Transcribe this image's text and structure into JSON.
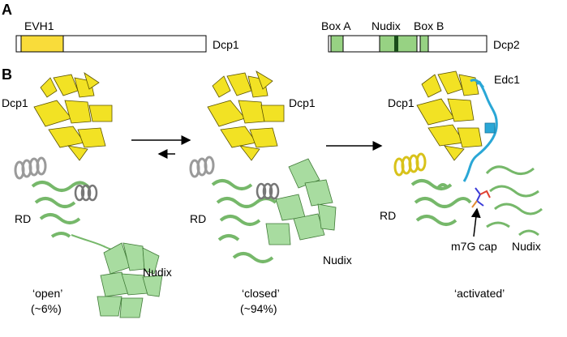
{
  "panel_a": {
    "label": "A",
    "dcp1": {
      "name": "Dcp1",
      "domain_label": "EVH1",
      "colors": {
        "evh1": "#f9dc3a",
        "body": "#ffffff"
      }
    },
    "dcp2": {
      "name": "Dcp2",
      "labels": [
        "Box A",
        "Nudix",
        "Box B"
      ],
      "colors": {
        "domain": "#97d283",
        "dark_bar": "#1a4d1a",
        "body": "#ffffff"
      }
    }
  },
  "panel_b": {
    "label": "B",
    "states": [
      {
        "quote": "‘open’",
        "percent": "(~6%)",
        "dcp1": "Dcp1",
        "rd": "RD",
        "nudix": "Nudix"
      },
      {
        "quote": "‘closed’",
        "percent": "(~94%)",
        "dcp1": "Dcp1",
        "rd": "RD",
        "nudix": "Nudix"
      },
      {
        "quote": "‘activated’",
        "dcp1": "Dcp1",
        "rd": "RD",
        "nudix": "Nudix",
        "edc1": "Edc1",
        "cap": "m7G cap"
      }
    ],
    "colors": {
      "dcp1": "#f2e224",
      "dcp2": "#a8dca0",
      "edc1": "#2aa7d6",
      "grey": "#9a9a9a"
    }
  }
}
